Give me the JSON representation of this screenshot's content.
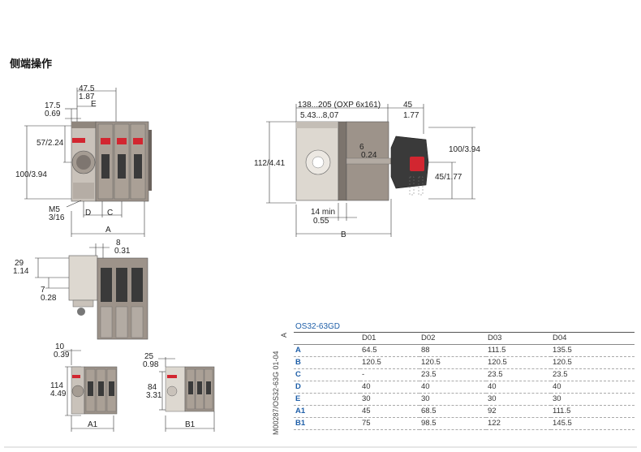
{
  "title": "侧端操作",
  "dims": {
    "front": {
      "d47_5": "47.5",
      "d1_87": "1.87",
      "e": "E",
      "d17_5": "17.5",
      "d0_69": "0.69",
      "d57": "57/2.24",
      "d100": "100/3.94",
      "m5": "M5",
      "m5b": "3/16",
      "d": "D",
      "c": "C",
      "a": "A"
    },
    "side": {
      "range": "138...205 (OXP 6x161)",
      "range_in": "5.43...8,07",
      "d45": "45",
      "d1_77": "1.77",
      "d112": "112/4.41",
      "d6": "6",
      "d0_24": "0.24",
      "d100": "100/3.94",
      "d45b": "45/1.77",
      "min": "14 min",
      "min_in": "0.55",
      "b": "B"
    },
    "top": {
      "d8": "8",
      "d0_31": "0.31",
      "d29": "29",
      "d1_14": "1.14",
      "d7": "7",
      "d0_28": "0.28"
    },
    "small1": {
      "d10": "10",
      "d0_39": "0.39",
      "d114": "114",
      "d4_49": "4.49",
      "a1": "A1"
    },
    "small2": {
      "d25": "25",
      "d0_98": "0.98",
      "d84": "84",
      "d3_31": "3.31",
      "b1": "B1"
    }
  },
  "table": {
    "side_a": "A",
    "side_code": "M00287/OS32-63G 01-04",
    "product": "OS32-63GD",
    "columns": [
      "",
      "D01",
      "D02",
      "D03",
      "D04"
    ],
    "rows": [
      {
        "label": "A",
        "values": [
          "64.5",
          "88",
          "111.5",
          "135.5"
        ]
      },
      {
        "label": "B",
        "values": [
          "120.5",
          "120.5",
          "120.5",
          "120.5"
        ]
      },
      {
        "label": "C",
        "values": [
          "-",
          "23.5",
          "23.5",
          "23.5"
        ]
      },
      {
        "label": "D",
        "values": [
          "40",
          "40",
          "40",
          "40"
        ]
      },
      {
        "label": "E",
        "values": [
          "30",
          "30",
          "30",
          "30"
        ]
      },
      {
        "label": "A1",
        "values": [
          "45",
          "68.5",
          "92",
          "111.5"
        ]
      },
      {
        "label": "B1",
        "values": [
          "75",
          "98.5",
          "122",
          "145.5"
        ]
      }
    ]
  },
  "colors": {
    "switch_body": "#9d938a",
    "handle_light": "#ddd8d0",
    "brand_red": "#d22630",
    "knob": "#3a3a3a",
    "table_blue": "#1f5fa8"
  }
}
